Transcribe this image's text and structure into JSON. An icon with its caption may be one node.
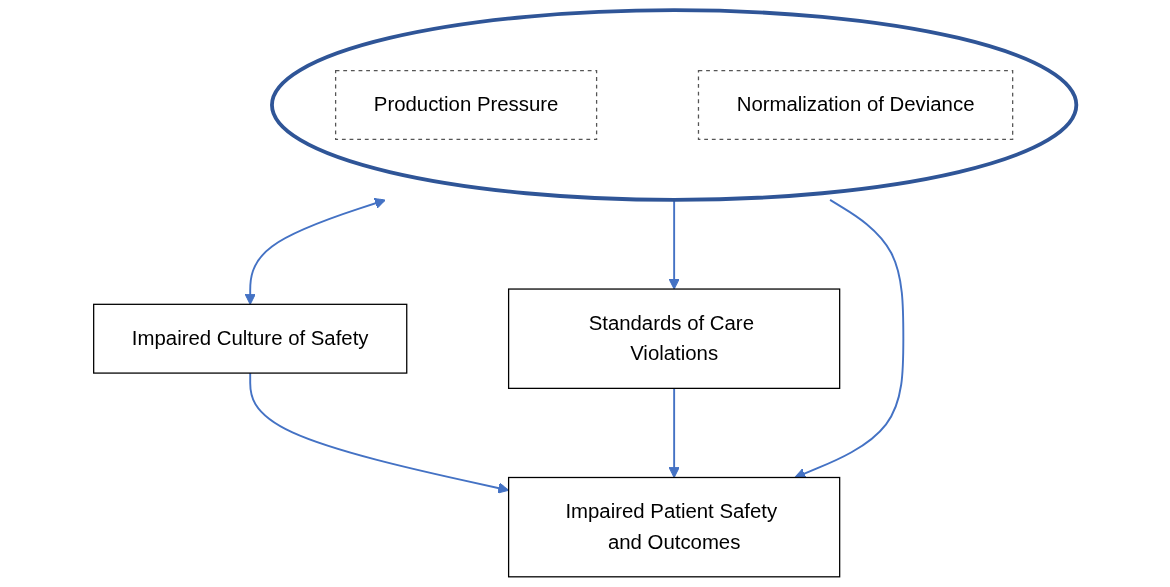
{
  "diagram": {
    "nodes": [
      {
        "text": [],
        "shape": "ellipse"
      },
      {
        "text": [
          "Production Pressure"
        ],
        "in": 0
      },
      {
        "text": [
          "Normalization of Deviance"
        ],
        "in": 0
      },
      {
        "text": [
          "Impaired Culture of Safety"
        ]
      },
      {
        "text": [
          "Standards of Care Violations"
        ]
      },
      {
        "text": [
          "Impaired Patient Safety and Outcomes"
        ]
      }
    ],
    "edges": [
      {
        "from": 0,
        "to": 3,
        "arrow": "both"
      },
      {
        "from": 0,
        "to": 4,
        "arrow": "to"
      },
      {
        "from": 0,
        "to": 5,
        "arrow": "to"
      },
      {
        "from": 3,
        "to": 5,
        "arrow": "to"
      },
      {
        "from": 4,
        "to": 5,
        "arrow": "to"
      }
    ]
  }
}
